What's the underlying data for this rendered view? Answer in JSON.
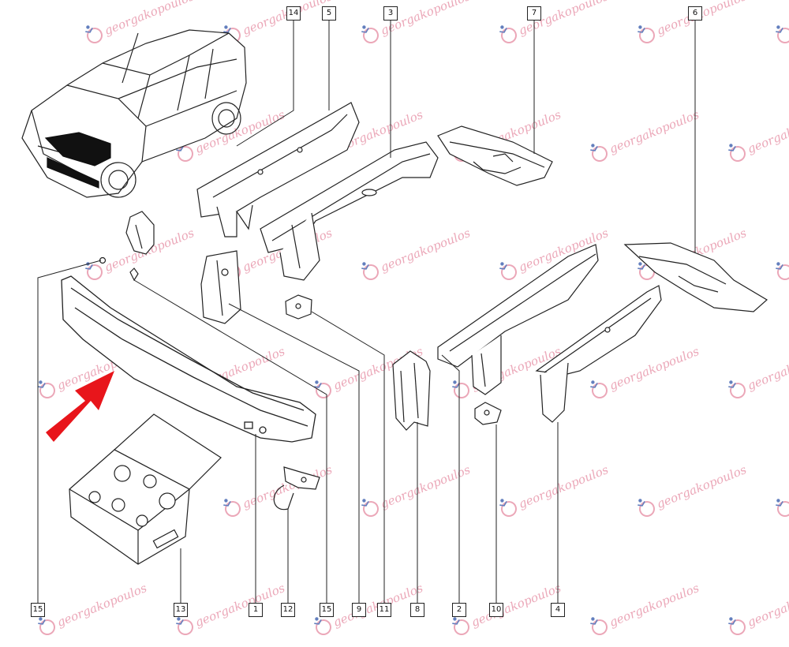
{
  "diagram": {
    "callouts": [
      "14",
      "5",
      "3",
      "7",
      "6",
      "15",
      "13",
      "1",
      "12",
      "15",
      "9",
      "11",
      "8",
      "2",
      "10",
      "4"
    ],
    "watermark_text": "georgakopoulos",
    "colors": {
      "line": "#222222",
      "arrow": "#e8151b",
      "watermark": "#e58aa0",
      "watermark_person": "#2f55a8"
    }
  }
}
